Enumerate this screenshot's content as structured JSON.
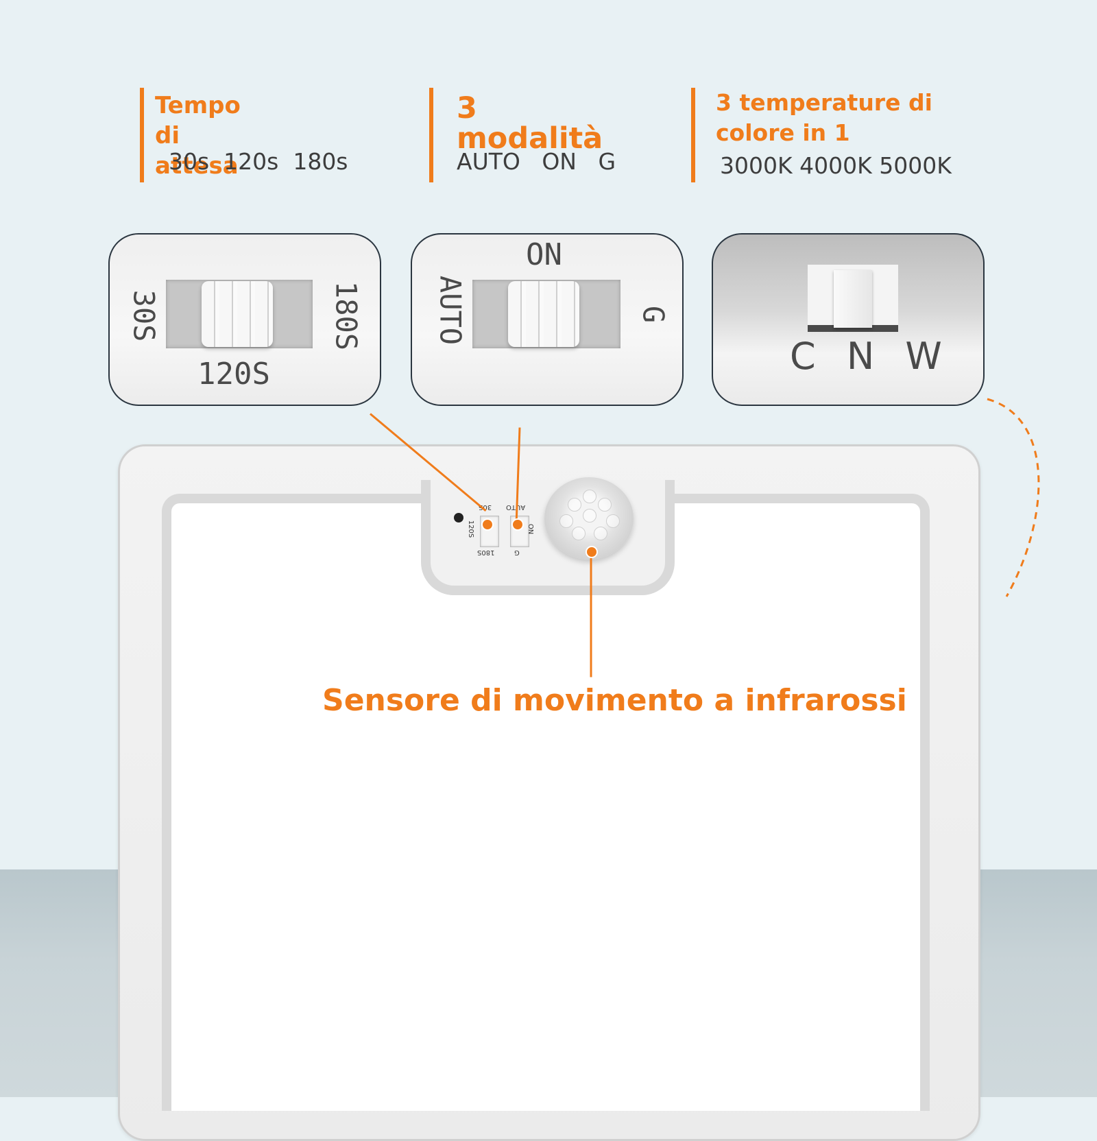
{
  "features": [
    {
      "title": "Tempo di attesa",
      "values": "30s  120s  180s"
    },
    {
      "title": "3 modalità",
      "values": "AUTO   ON   G"
    },
    {
      "title": "3 temperature di colore in 1",
      "values": "3000K 4000K 5000K"
    }
  ],
  "cards": {
    "timer": {
      "left_label": "30S",
      "bottom_label": "120S",
      "right_label": "180S"
    },
    "mode": {
      "top_label": "ON",
      "left_label": "AUTO",
      "right_label": "G"
    },
    "color": {
      "labels": "C N W"
    }
  },
  "panel": {
    "switch1": {
      "top": "30S",
      "side": "120S",
      "bottom": "180S"
    },
    "switch2": {
      "top": "AUTO",
      "side": "ON",
      "bottom": "G"
    }
  },
  "sensor_label": "Sensore di movimento a infrarossi",
  "colors": {
    "accent": "#f07c1b",
    "background": "#e8f1f4"
  }
}
